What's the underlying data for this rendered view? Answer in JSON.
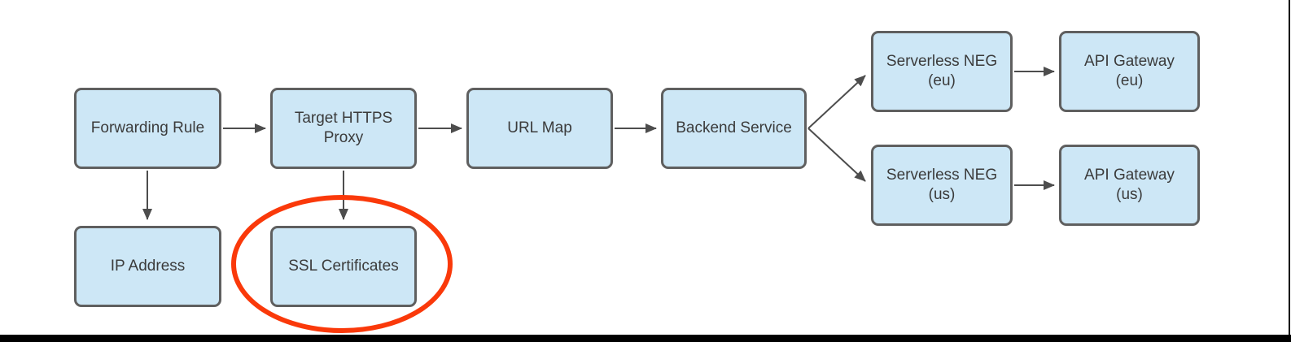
{
  "diagram": {
    "type": "flowchart",
    "nodes": {
      "forwarding_rule": {
        "line1": "Forwarding Rule"
      },
      "target_https_proxy": {
        "line1": "Target HTTPS",
        "line2": "Proxy"
      },
      "url_map": {
        "line1": "URL Map"
      },
      "backend_service": {
        "line1": "Backend Service"
      },
      "serverless_neg_eu": {
        "line1": "Serverless NEG",
        "line2": "(eu)"
      },
      "api_gateway_eu": {
        "line1": "API Gateway",
        "line2": "(eu)"
      },
      "serverless_neg_us": {
        "line1": "Serverless NEG",
        "line2": "(us)"
      },
      "api_gateway_us": {
        "line1": "API Gateway",
        "line2": "(us)"
      },
      "ip_address": {
        "line1": "IP Address"
      },
      "ssl_certificates": {
        "line1": "SSL Certificates"
      }
    },
    "edges": [
      {
        "from": "forwarding_rule",
        "to": "target_https_proxy"
      },
      {
        "from": "target_https_proxy",
        "to": "url_map"
      },
      {
        "from": "url_map",
        "to": "backend_service"
      },
      {
        "from": "backend_service",
        "to": "serverless_neg_eu"
      },
      {
        "from": "backend_service",
        "to": "serverless_neg_us"
      },
      {
        "from": "serverless_neg_eu",
        "to": "api_gateway_eu"
      },
      {
        "from": "serverless_neg_us",
        "to": "api_gateway_us"
      },
      {
        "from": "forwarding_rule",
        "to": "ip_address"
      },
      {
        "from": "target_https_proxy",
        "to": "ssl_certificates"
      }
    ],
    "annotations": [
      {
        "type": "ellipse-highlight",
        "around": "ssl_certificates",
        "color": "#fa390a"
      }
    ],
    "colors": {
      "node_fill": "#cde7f6",
      "node_border": "#5f5f5f",
      "node_text": "#3b3b3b",
      "arrow": "#4d4d4d",
      "highlight": "#fa390a",
      "frame": "#000000"
    }
  }
}
